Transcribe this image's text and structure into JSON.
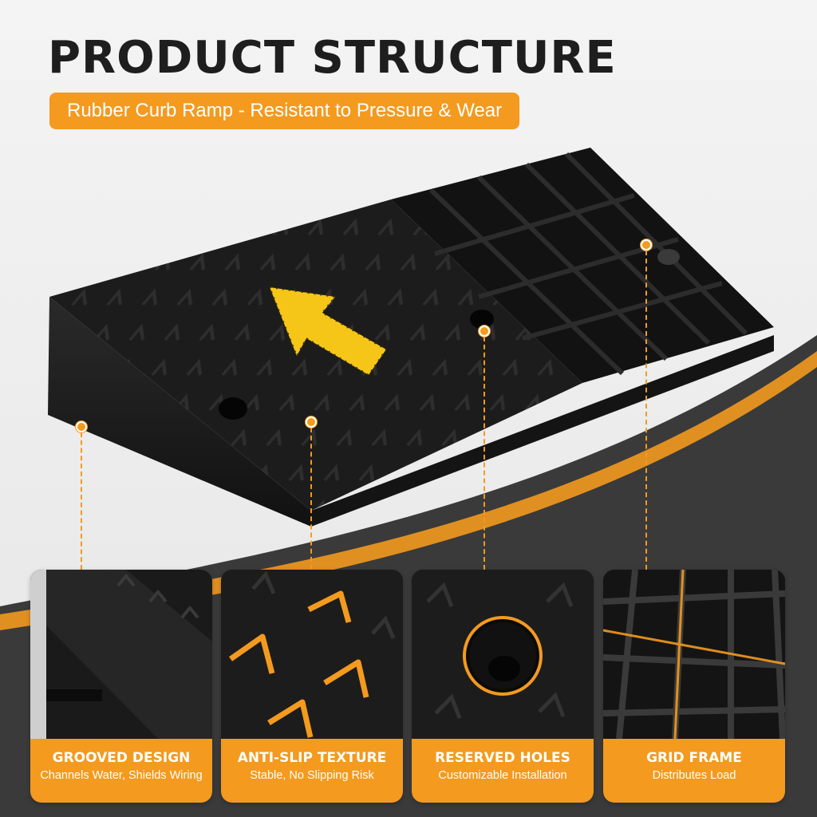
{
  "header": {
    "title": "PRODUCT STRUCTURE",
    "subtitle": "Rubber Curb Ramp - Resistant to Pressure & Wear"
  },
  "colors": {
    "accent": "#f39a1f",
    "ink": "#1e1e1e",
    "rubber": "#1a1a1a",
    "arrow": "#f5c518"
  },
  "features": [
    {
      "icon": "grooved-edge-icon",
      "title": "GROOVED DESIGN",
      "description": "Channels Water, Shields Wiring"
    },
    {
      "icon": "anti-slip-chevron-icon",
      "title": "ANTI-SLIP TEXTURE",
      "description": "Stable, No Slipping Risk"
    },
    {
      "icon": "reserved-hole-icon",
      "title": "RESERVED HOLES",
      "description": "Customizable Installation"
    },
    {
      "icon": "grid-frame-icon",
      "title": "GRID FRAME",
      "description": "Distributes Load"
    }
  ]
}
